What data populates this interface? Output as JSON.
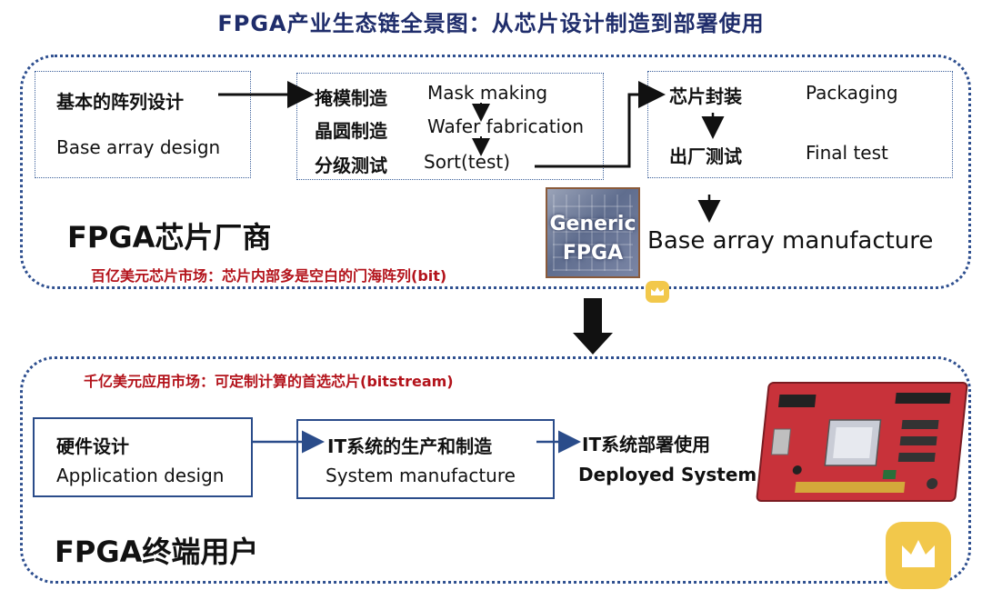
{
  "title": "FPGA产业生态链全景图：从芯片设计制造到部署使用",
  "vendor": {
    "heading": "FPGA芯片厂商",
    "market_note": "百亿美元芯片市场：芯片内部多是空白的门海阵列(bit)",
    "base_array": {
      "cn": "基本的阵列设计",
      "en": "Base array design"
    },
    "fab_steps": [
      {
        "cn": "掩模制造",
        "en": "Mask making"
      },
      {
        "cn": "晶圆制造",
        "en": "Wafer fabrication"
      },
      {
        "cn": "分级测试",
        "en": "Sort(test)"
      }
    ],
    "package_steps": [
      {
        "cn": "芯片封装",
        "en": "Packaging"
      },
      {
        "cn": "出厂测试",
        "en": "Final test"
      }
    ],
    "chip_label_1": "Generic",
    "chip_label_2": "FPGA",
    "result": "Base array manufacture"
  },
  "user": {
    "heading": "FPGA终端用户",
    "market_note": "千亿美元应用市场：可定制计算的首选芯片(bitstream)",
    "app_design": {
      "cn": "硬件设计",
      "en": "Application design"
    },
    "system_mfg": {
      "cn": "IT系统的生产和制造",
      "en": "System manufacture"
    },
    "deploy": {
      "cn": "IT系统部署使用",
      "en": "Deployed System"
    }
  },
  "colors": {
    "title": "#1f2d6b",
    "region_border": "#2e4f8f",
    "market_note": "#b3131b",
    "arrow_blue": "#2a4c8a",
    "board": "#c8323a",
    "crown": "#f2c84b"
  },
  "icons": [
    "arrow-right-icon",
    "arrow-down-icon",
    "fpga-chip-image",
    "fpga-board-image",
    "crown-icon"
  ]
}
